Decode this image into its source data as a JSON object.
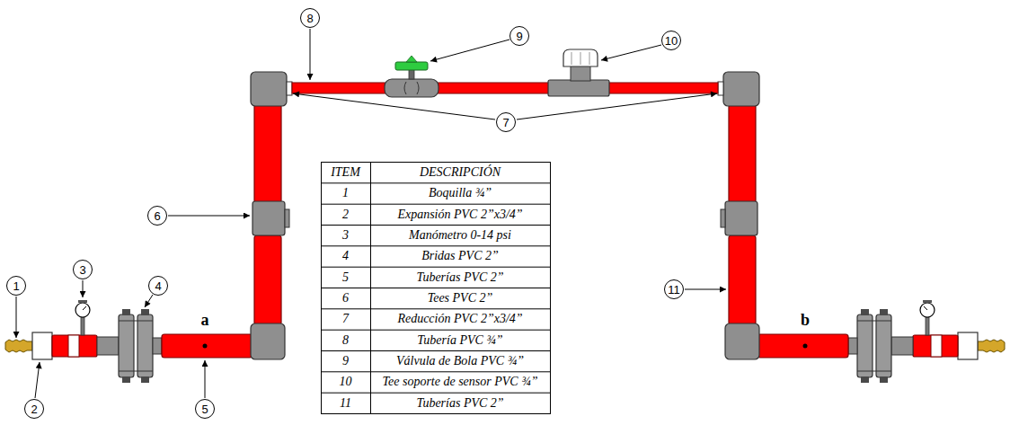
{
  "diagram": {
    "nodes": [
      {
        "text": [
          "1"
        ]
      },
      {
        "text": [
          "2"
        ]
      },
      {
        "text": [
          "3"
        ]
      },
      {
        "text": [
          "4"
        ]
      },
      {
        "text": [
          "5"
        ]
      },
      {
        "text": [
          "6"
        ]
      },
      {
        "text": [
          "7"
        ]
      },
      {
        "text": [
          "8"
        ]
      },
      {
        "text": [
          "9"
        ]
      },
      {
        "text": [
          "10"
        ]
      },
      {
        "text": [
          "11"
        ]
      }
    ],
    "labels": [
      "a",
      "b",
      "ITEM",
      "DESCRIPCIÓN",
      "1",
      "Boquilla ¾”",
      "2",
      "Expansión PVC 2”x3/4”",
      "3",
      "Manómetro 0-14 psi",
      "4",
      "Bridas PVC 2”",
      "5",
      "Tuberías PVC 2”",
      "6",
      "Tees PVC 2”",
      "7",
      "Reducción PVC 2”x3/4”",
      "8",
      "Tubería PVC ¾”",
      "9",
      "Válvula de Bola PVC ¾”",
      "10",
      "Tee soporte de sensor PVC ¾”",
      "11",
      "Tuberías PVC 2”"
    ]
  }
}
